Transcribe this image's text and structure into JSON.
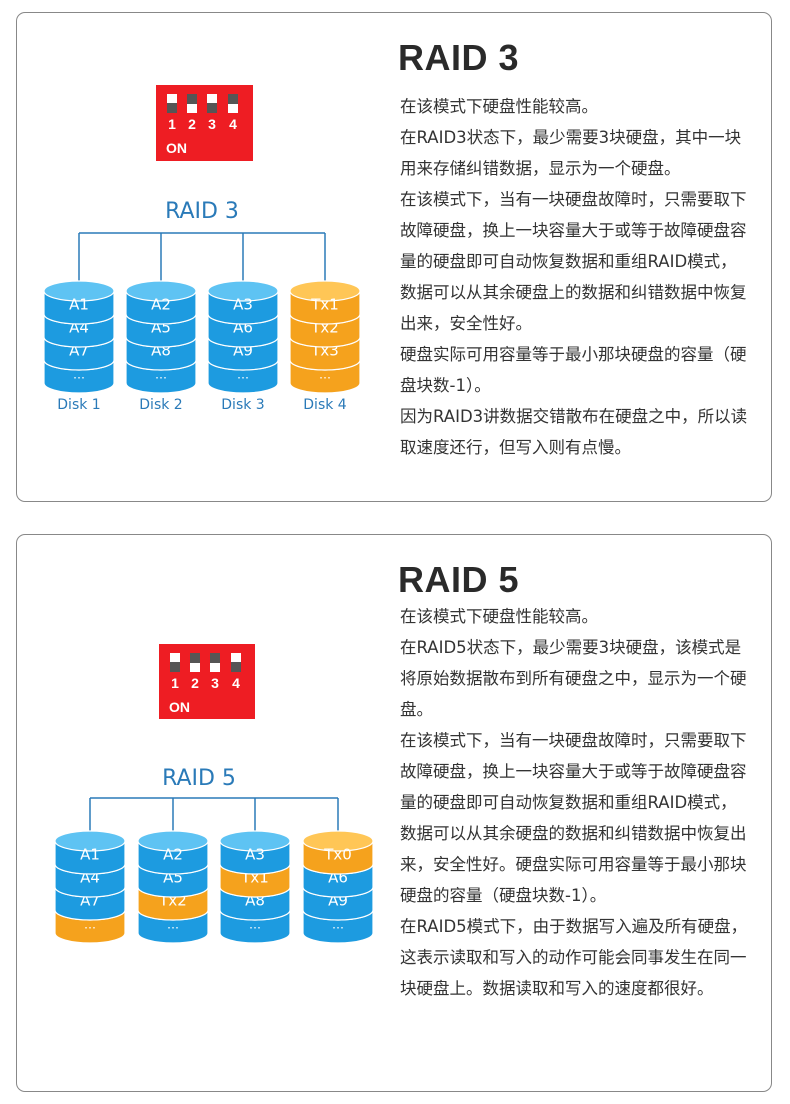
{
  "colors": {
    "blue": "#1d9be0",
    "blue_light": "#5ec3f3",
    "orange": "#f5a21d",
    "orange_light": "#ffc656",
    "dip_red": "#ee1d23",
    "line": "#2a7ab8"
  },
  "switch_labels": [
    "1",
    "2",
    "3",
    "4"
  ],
  "switch_on": "ON",
  "raid3": {
    "title": "RAID 3",
    "diagram_title": "RAID 3",
    "paragraphs": [
      "在该模式下硬盘性能较高。",
      "在RAID3状态下，最少需要3块硬盘，其中一块用来存储纠错数据，显示为一个硬盘。",
      "在该模式下，当有一块硬盘故障时，只需要取下故障硬盘，换上一块容量大于或等于故障硬盘容量的硬盘即可自动恢复数据和重组RAID模式，数据可以从其余硬盘上的数据和纠错数据中恢复出来，安全性好。",
      "硬盘实际可用容量等于最小那块硬盘的容量（硬盘块数-1）。",
      "因为RAID3讲数据交错散布在硬盘之中，所以读取速度还行，但写入则有点慢。"
    ],
    "dip_states": [
      "up",
      "down",
      "up",
      "down"
    ],
    "disks": [
      {
        "label": "Disk 1",
        "layers": [
          {
            "text": "A1",
            "color": "blue"
          },
          {
            "text": "A4",
            "color": "blue"
          },
          {
            "text": "A7",
            "color": "blue"
          },
          {
            "text": "…",
            "color": "blue"
          }
        ]
      },
      {
        "label": "Disk 2",
        "layers": [
          {
            "text": "A2",
            "color": "blue"
          },
          {
            "text": "A5",
            "color": "blue"
          },
          {
            "text": "A8",
            "color": "blue"
          },
          {
            "text": "…",
            "color": "blue"
          }
        ]
      },
      {
        "label": "Disk 3",
        "layers": [
          {
            "text": "A3",
            "color": "blue"
          },
          {
            "text": "A6",
            "color": "blue"
          },
          {
            "text": "A9",
            "color": "blue"
          },
          {
            "text": "…",
            "color": "blue"
          }
        ]
      },
      {
        "label": "Disk 4",
        "layers": [
          {
            "text": "Tx1",
            "color": "orange"
          },
          {
            "text": "Tx2",
            "color": "orange"
          },
          {
            "text": "Tx3",
            "color": "orange"
          },
          {
            "text": "…",
            "color": "orange"
          }
        ]
      }
    ]
  },
  "raid5": {
    "title": "RAID 5",
    "diagram_title": "RAID 5",
    "paragraphs": [
      "在该模式下硬盘性能较高。",
      "在RAID5状态下，最少需要3块硬盘，该模式是将原始数据散布到所有硬盘之中，显示为一个硬盘。",
      "在该模式下，当有一块硬盘故障时，只需要取下故障硬盘，换上一块容量大于或等于故障硬盘容量的硬盘即可自动恢复数据和重组RAID模式，数据可以从其余硬盘的数据和纠错数据中恢复出来，安全性好。硬盘实际可用容量等于最小那块硬盘的容量（硬盘块数-1）。",
      "在RAID5模式下，由于数据写入遍及所有硬盘，这表示读取和写入的动作可能会同事发生在同一块硬盘上。数据读取和写入的速度都很好。"
    ],
    "dip_states": [
      "up",
      "down",
      "down",
      "up"
    ],
    "disks": [
      {
        "label": "",
        "layers": [
          {
            "text": "A1",
            "color": "blue"
          },
          {
            "text": "A4",
            "color": "blue"
          },
          {
            "text": "A7",
            "color": "blue"
          },
          {
            "text": "…",
            "color": "orange"
          }
        ]
      },
      {
        "label": "",
        "layers": [
          {
            "text": "A2",
            "color": "blue"
          },
          {
            "text": "A5",
            "color": "blue"
          },
          {
            "text": "Tx2",
            "color": "orange"
          },
          {
            "text": "…",
            "color": "blue"
          }
        ]
      },
      {
        "label": "",
        "layers": [
          {
            "text": "A3",
            "color": "blue"
          },
          {
            "text": "Tx1",
            "color": "orange"
          },
          {
            "text": "A8",
            "color": "blue"
          },
          {
            "text": "…",
            "color": "blue"
          }
        ]
      },
      {
        "label": "",
        "layers": [
          {
            "text": "Tx0",
            "color": "orange"
          },
          {
            "text": "A6",
            "color": "blue"
          },
          {
            "text": "A9",
            "color": "blue"
          },
          {
            "text": "…",
            "color": "blue"
          }
        ]
      }
    ]
  }
}
